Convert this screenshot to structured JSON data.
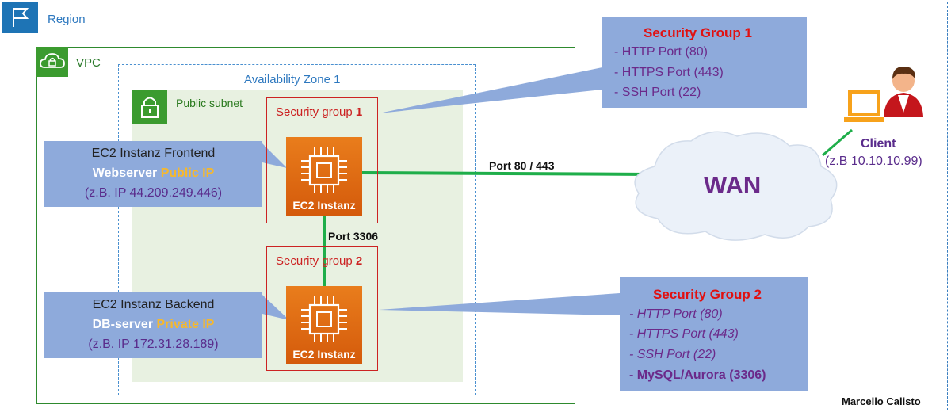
{
  "region": {
    "label": "Region"
  },
  "vpc": {
    "label": "VPC"
  },
  "availability_zone": {
    "label": "Availability Zone 1"
  },
  "subnet": {
    "label": "Public subnet"
  },
  "security_group_1": {
    "label": "Security group",
    "number": "1"
  },
  "security_group_2": {
    "label": "Security group",
    "number": "2"
  },
  "ec2_frontend": {
    "caption": "EC2 Instanz"
  },
  "ec2_backend": {
    "caption": "EC2 Instanz"
  },
  "frontend_callout": {
    "line1": "EC2 Instanz Frontend",
    "role": "Webserver",
    "ip_type": "Public IP",
    "ip": "(z.B. IP 44.209.249.446)"
  },
  "backend_callout": {
    "line1": "EC2 Instanz Backend",
    "role": "DB-server",
    "ip_type": "Private IP",
    "ip": "(z.B. IP 172.31.28.189)"
  },
  "sg_box_1": {
    "title": "Security Group 1",
    "items": [
      "- HTTP Port (80)",
      "- HTTPS Port (443)",
      "- SSH Port (22)"
    ]
  },
  "sg_box_2": {
    "title": "Security Group 2",
    "items": [
      "- HTTP Port (80)",
      "- HTTPS Port (443)",
      "- SSH Port (22)",
      "- MySQL/Aurora (3306)"
    ]
  },
  "connections": {
    "web_port": "Port 80 / 443",
    "db_port": "Port 3306"
  },
  "wan": {
    "label": "WAN"
  },
  "client": {
    "label": "Client",
    "ip": "(z.B 10.10.10.99)"
  },
  "author": "Marcello Calisto",
  "colors": {
    "region_blue": "#2d78bf",
    "vpc_green": "#2e8a2e",
    "subnet_fill": "#e8f1e1",
    "sg_red": "#cc2222",
    "ec2_orange": "#e06a10",
    "callout_blue": "#8eaadb",
    "link_green": "#1fae4a",
    "accent_yellow": "#f5b82e",
    "purple": "#6b2a8a"
  }
}
